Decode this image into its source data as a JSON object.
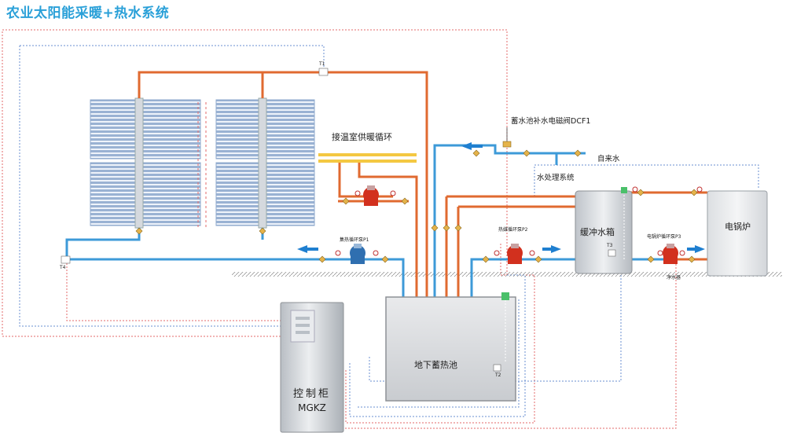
{
  "title": "农业太阳能采暖+热水系统",
  "labels": {
    "dcf1": "蓄水池补水电磁阀DCF1",
    "tap_water": "自来水",
    "water_treatment": "水处理系统",
    "greenhouse_loop": "接温室供暖循环",
    "pump_p1": "集热循环泵P1",
    "pump_p2": "热媒循环泵P2",
    "pump_p3": "电锅炉循环泵P3",
    "buffer_tank": "缓冲水箱",
    "boiler": "电锅炉",
    "storage_pool": "地下蓄热池",
    "control_cabinet": "控制柜",
    "control_model": "MGKZ",
    "water_heater_small": "净水器",
    "t1": "T1",
    "t2": "T2",
    "t3": "T3",
    "t4": "T4"
  },
  "colors": {
    "title": "#2aa0d8",
    "hot_pipe": "#e06a30",
    "cold_pipe": "#3d9ad8",
    "yellow_pipe": "#f4c842",
    "signal_red": "#e36a6a",
    "signal_blue": "#6a8fd0",
    "pump_red": "#d2301e",
    "pump_blue": "#2f6fb0",
    "arrow_blue": "#1f7fd0"
  }
}
